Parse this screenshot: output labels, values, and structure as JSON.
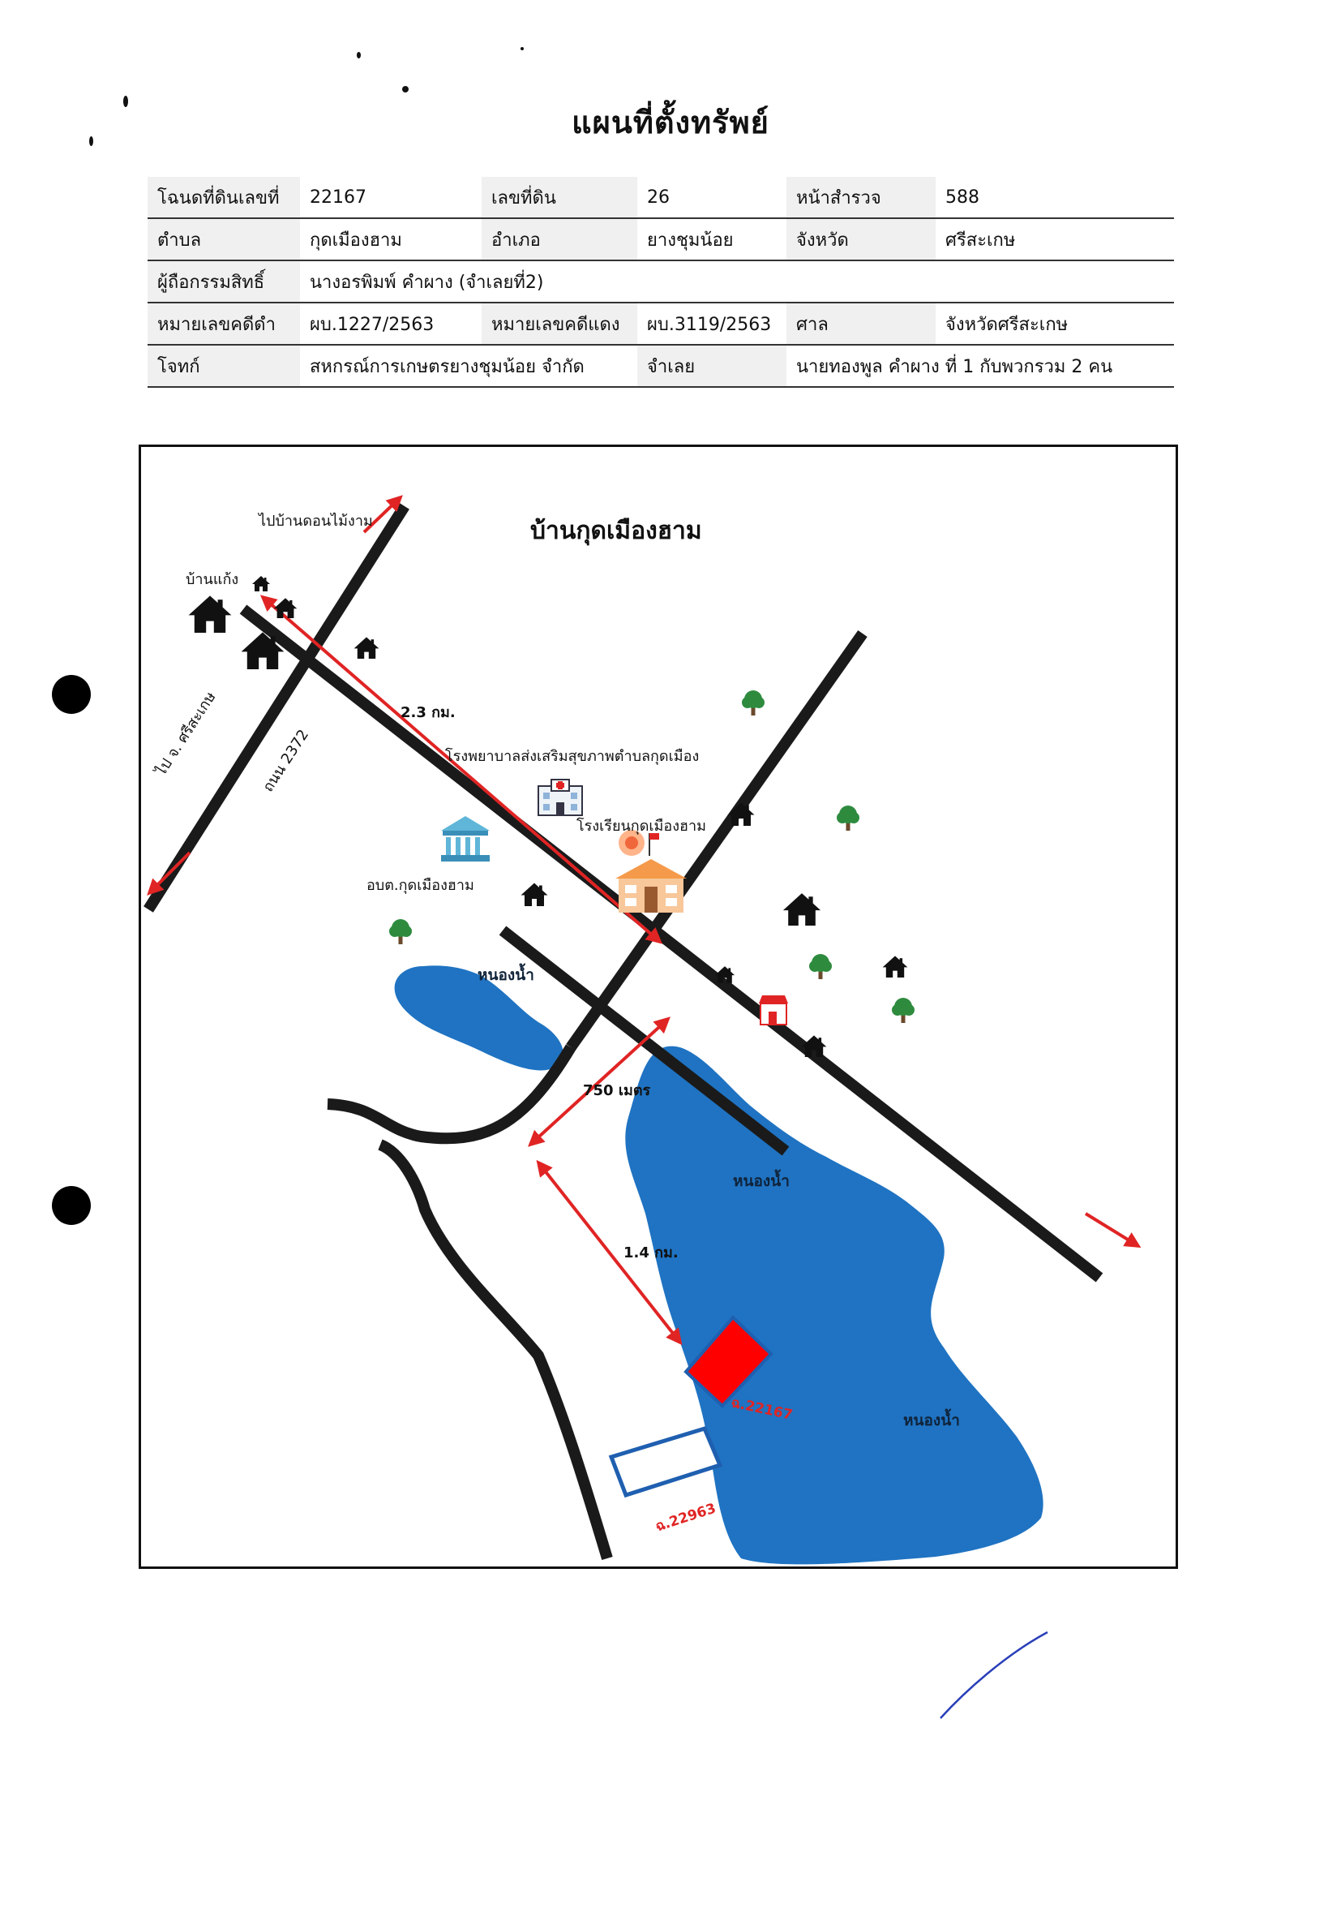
{
  "title": "แผนที่ตั้งทรัพย์",
  "info_rows": [
    [
      [
        "โฉนดที่ดินเลขที่",
        "22167"
      ],
      [
        "เลขที่ดิน",
        "26"
      ],
      [
        "หน้าสำรวจ",
        "588"
      ]
    ],
    [
      [
        "ตำบล",
        "กุดเมืองฮาม"
      ],
      [
        "อำเภอ",
        "ยางชุมน้อย"
      ],
      [
        "จังหวัด",
        "ศรีสะเกษ"
      ]
    ],
    [
      [
        "ผู้ถือกรรมสิทธิ์",
        "นางอรพิมพ์ คำผาง (จำเลยที่2)"
      ]
    ],
    [
      [
        "หมายเลขคดีดำ",
        "ผบ.1227/2563"
      ],
      [
        "หมายเลขคดีแดง",
        "ผบ.3119/2563"
      ],
      [
        "ศาล",
        "จังหวัดศรีสะเกษ"
      ]
    ],
    [
      [
        "โจทก์",
        "สหกรณ์การเกษตรยางชุมน้อย จำกัด"
      ],
      [
        "จำเลย",
        "นายทองพูล คำผาง ที่ 1 กับพวกรวม 2 คน"
      ]
    ]
  ],
  "map": {
    "village_title": "บ้านกุดเมืองฮาม",
    "to_don_mai_ngam": "ไปบ้านดอนไม้งาม",
    "ban_kaeng": "บ้านแก้ง",
    "to_sisaket": "ไป จ. ศรีสะเกษ",
    "road_2372": "ถนน 2372",
    "dist_2_3": "2.3 กม.",
    "hospital": "โรงพยาบาลส่งเสริมสุขภาพตำบลกุดเมือง",
    "school": "โรงเรียนกุดเมืองฮาม",
    "sao": "อบต.กุดเมืองฮาม",
    "pond_1": "หนองน้ำ",
    "pond_2": "หนองน้ำ",
    "pond_3": "หนองน้ำ",
    "dist_750": "750 เมตร",
    "dist_1_4": "1.4 กม.",
    "plot_22167": "ฉ.22167",
    "plot_22963": "ฉ.22963"
  },
  "colors": {
    "road": "#1a1a1a",
    "water": "#1f73c2",
    "arrow": "#e02424",
    "plot_fill": "#ff0000",
    "plot_border": "#1f5fb0",
    "tree": "#2e8b3e"
  },
  "icons": [
    "house-icon",
    "tree-icon",
    "hospital-icon",
    "school-icon",
    "government-building-icon",
    "shop-icon"
  ]
}
